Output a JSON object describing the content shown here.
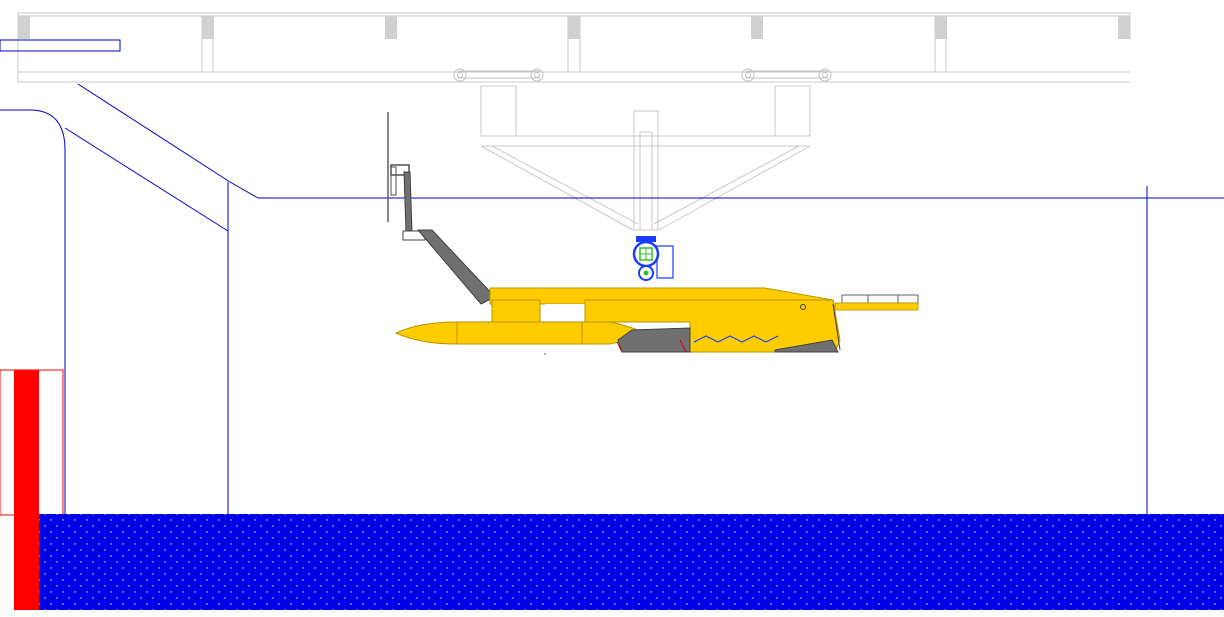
{
  "diagram": {
    "type": "cad-side-elevation",
    "subject": "",
    "labels": []
  },
  "colors": {
    "background": "#ffffff",
    "outline_gray": "#c8c8c8",
    "support_gray": "#d0d0d0",
    "wall_blue": "#0000c8",
    "water_blue": "#0000e6",
    "water_dots": "#ffffff",
    "pier_red": "#ff0000",
    "hull_yellow": "#ffcc00",
    "hull_outline": "#b89400",
    "arm_gray": "#707070",
    "crane_blue": "#1a3cff",
    "crane_green": "#2ec02e"
  },
  "components": {
    "overhead_girder": "overhead-girder",
    "carriage_wheels": "carriage-wheel",
    "trolley_frame": "trolley-frame",
    "crane_hook": "crane-hook-assembly",
    "launch_arm": "launch-arm",
    "catamaran_hull": "catamaran-hull",
    "water": "water-surface",
    "pier": "pier-post"
  }
}
